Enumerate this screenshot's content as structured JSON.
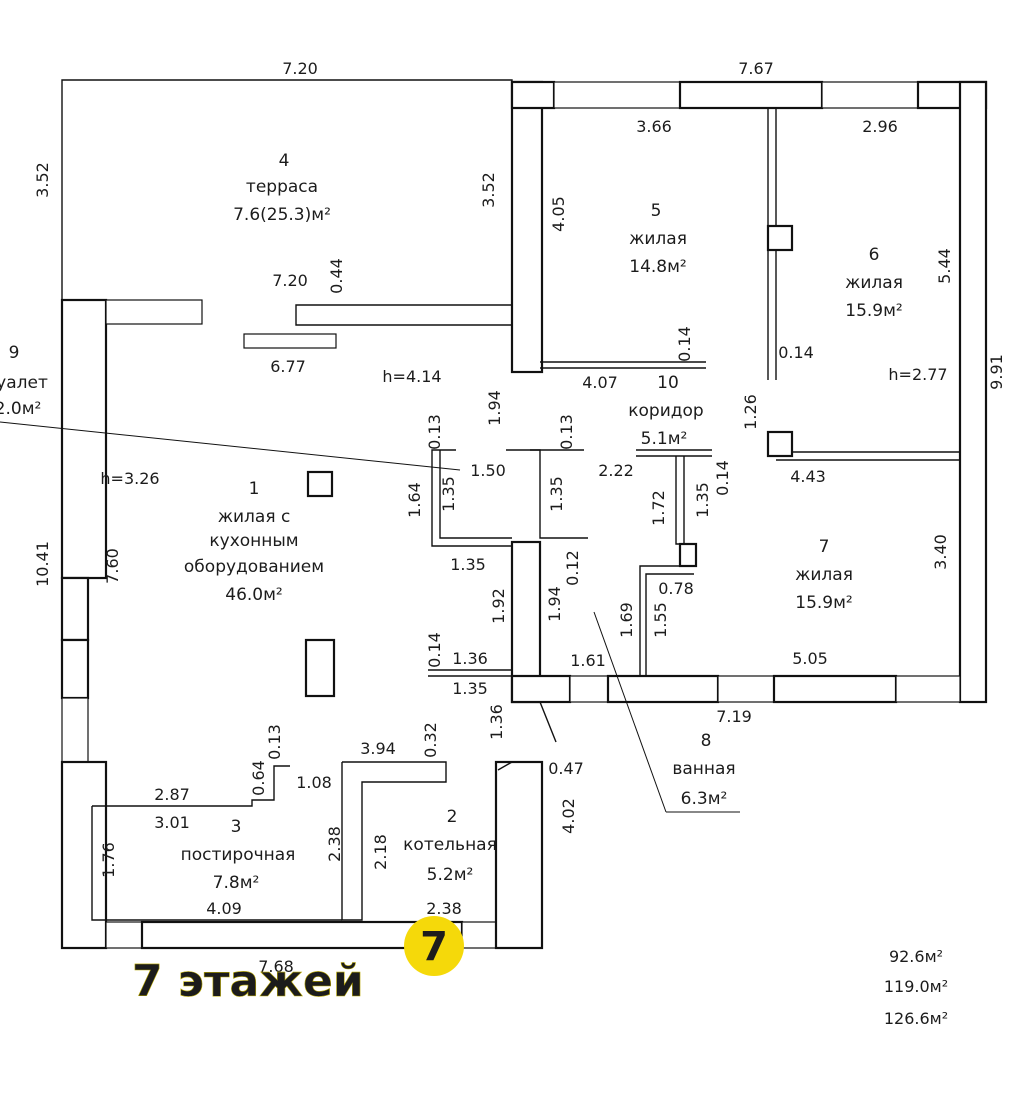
{
  "rooms": {
    "r1": {
      "num": "1",
      "lines": [
        "жилая с",
        "кухонным",
        "оборудованием",
        "46.0м²"
      ]
    },
    "r2": {
      "num": "2",
      "lines": [
        "котельная",
        "5.2м²"
      ]
    },
    "r3": {
      "num": "3",
      "lines": [
        "постирочная",
        "7.8м²"
      ]
    },
    "r4": {
      "num": "4",
      "lines": [
        "терраса",
        "7.6(25.3)м²"
      ]
    },
    "r5": {
      "num": "5",
      "lines": [
        "жилая",
        "14.8м²"
      ]
    },
    "r6": {
      "num": "6",
      "lines": [
        "жилая",
        "15.9м²"
      ]
    },
    "r7": {
      "num": "7",
      "lines": [
        "жилая",
        "15.9м²"
      ]
    },
    "r8": {
      "num": "8",
      "lines": [
        "ванная",
        "6.3м²"
      ]
    },
    "r9": {
      "num": "9",
      "lines": [
        "уалет",
        "2.0м²"
      ]
    },
    "r10": {
      "num": "10",
      "lines": [
        "коридор",
        "5.1м²"
      ]
    }
  },
  "heights": {
    "h1": "h=4.14",
    "h2": "h=3.26",
    "h3": "h=2.77"
  },
  "dims": {
    "d_7_20_top": "7.20",
    "d_7_67": "7.67",
    "d_3_52_left": "3.52",
    "d_3_52_inner": "3.52",
    "d_3_66": "3.66",
    "d_2_96": "2.96",
    "d_4_05": "4.05",
    "d_5_44": "5.44",
    "d_9_91": "9.91",
    "d_7_20_mid": "7.20",
    "d_0_44": "0.44",
    "d_6_77": "6.77",
    "d_0_14_a": "0.14",
    "d_0_14_b": "0.14",
    "d_4_07": "4.07",
    "d_1_94_a": "1.94",
    "d_1_26": "1.26",
    "d_0_13_a": "0.13",
    "d_0_13_b": "0.13",
    "d_1_50": "1.50",
    "d_2_22": "2.22",
    "d_0_14_c": "0.14",
    "d_4_43": "4.43",
    "d_1_64": "1.64",
    "d_1_35_a": "1.35",
    "d_1_35_b": "1.35",
    "d_1_72": "1.72",
    "d_1_35_c": "1.35",
    "d_1_35_d": "1.35",
    "d_0_12": "0.12",
    "d_10_41": "10.41",
    "d_7_60": "7.60",
    "d_3_40": "3.40",
    "d_1_92": "1.92",
    "d_1_94_b": "1.94",
    "d_1_69": "1.69",
    "d_1_55": "1.55",
    "d_0_78": "0.78",
    "d_0_14_d": "0.14",
    "d_1_36_a": "1.36",
    "d_1_35_e": "1.35",
    "d_1_61": "1.61",
    "d_5_05": "5.05",
    "d_7_19": "7.19",
    "d_1_36_b": "1.36",
    "d_0_13_c": "0.13",
    "d_0_32": "0.32",
    "d_3_94": "3.94",
    "d_0_47": "0.47",
    "d_0_64": "0.64",
    "d_1_08": "1.08",
    "d_2_87": "2.87",
    "d_3_01": "3.01",
    "d_1_76": "1.76",
    "d_2_38_a": "2.38",
    "d_2_18": "2.18",
    "d_4_02": "4.02",
    "d_4_09": "4.09",
    "d_2_38_b": "2.38",
    "d_7_68": "7.68"
  },
  "totals": [
    "92.6м²",
    "119.0м²",
    "126.6м²"
  ],
  "watermark": {
    "text": "7 этажей",
    "badge": "7"
  },
  "colors": {
    "line": "#111111",
    "watermark_fill": "#f2e600",
    "badge": "#f5d90a"
  }
}
